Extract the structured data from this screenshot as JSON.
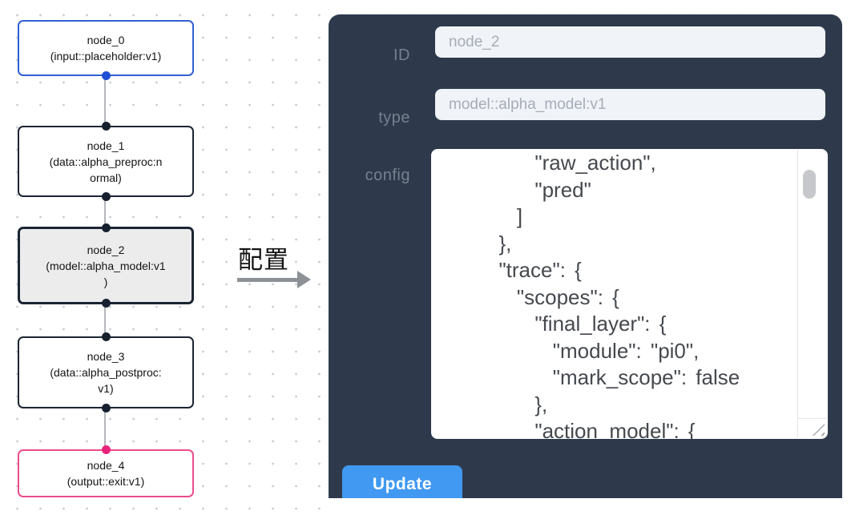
{
  "flow": {
    "nodes": [
      {
        "title": "node_0",
        "subtitle_lines": [
          "(input::placeholder:v1)"
        ],
        "kind": "input"
      },
      {
        "title": "node_1",
        "subtitle_lines": [
          "(data::alpha_preproc:n",
          "ormal)"
        ],
        "kind": "data"
      },
      {
        "title": "node_2",
        "subtitle_lines": [
          "(model::alpha_model:v1",
          ")"
        ],
        "kind": "model",
        "selected": true
      },
      {
        "title": "node_3",
        "subtitle_lines": [
          "(data::alpha_postproc:",
          "v1)"
        ],
        "kind": "data"
      },
      {
        "title": "node_4",
        "subtitle_lines": [
          "(output::exit:v1)"
        ],
        "kind": "output"
      }
    ],
    "arrow_label": "配置"
  },
  "panel": {
    "id_label": "ID",
    "id_value": "node_2",
    "type_label": "type",
    "type_value": "model::alpha_model:v1",
    "config_label": "config",
    "config_value": "      \"raw_action\",\n      \"pred\"\n    ]\n  },\n  \"trace\": {\n    \"scopes\": {\n      \"final_layer\": {\n        \"module\": \"pi0\",\n        \"mark_scope\": false\n      },\n      \"action_model\": {",
    "update_label": "Update"
  },
  "colors": {
    "panel_bg": "#2e3a4c",
    "accent_blue": "#4199f1",
    "input_node_border": "#3060d0",
    "output_node_border": "#ea4d8d",
    "default_node_border": "#1c2533",
    "selected_node_bg": "#ececec"
  }
}
